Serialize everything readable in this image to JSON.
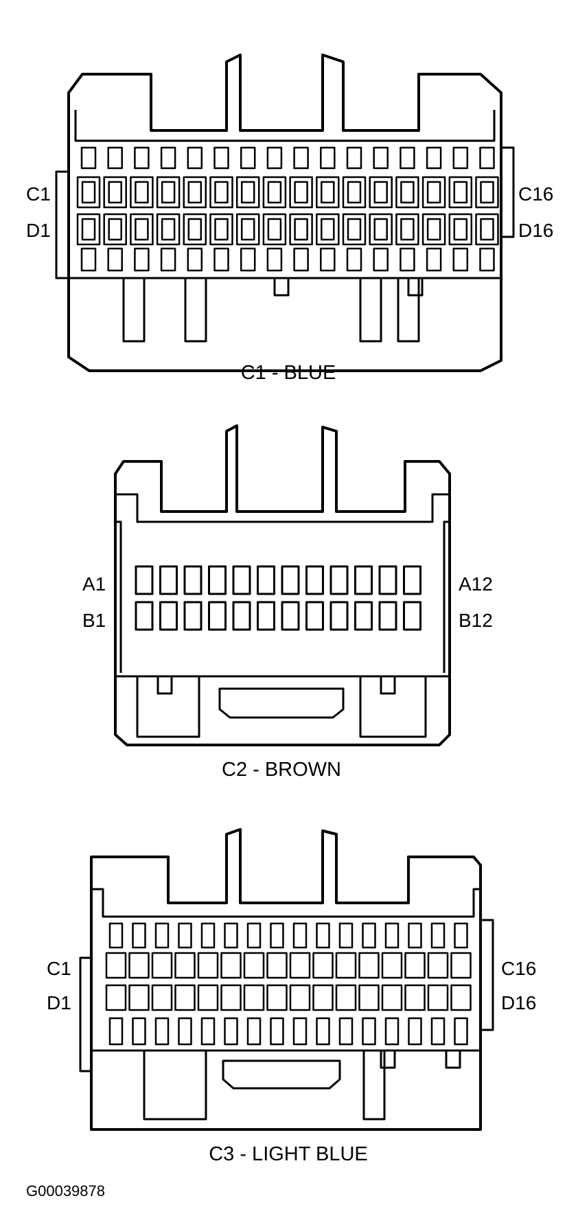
{
  "connectors": [
    {
      "id": "c1",
      "caption": "C1 - BLUE",
      "left_labels": [
        "C1",
        "D1"
      ],
      "right_labels": [
        "C16",
        "D16"
      ]
    },
    {
      "id": "c2",
      "caption": "C2 - BROWN",
      "left_labels": [
        "A1",
        "B1"
      ],
      "right_labels": [
        "A12",
        "B12"
      ]
    },
    {
      "id": "c3",
      "caption": "C3 - LIGHT BLUE",
      "left_labels": [
        "C1",
        "D1"
      ],
      "right_labels": [
        "C16",
        "D16"
      ]
    }
  ],
  "figure_id": "G00039878",
  "colors": {
    "line": "#000000",
    "background": "#ffffff"
  }
}
